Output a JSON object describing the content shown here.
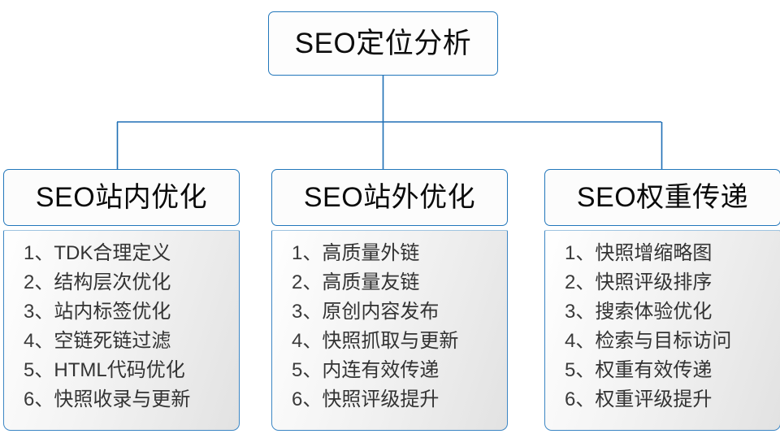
{
  "diagram": {
    "root": {
      "title": "SEO定位分析"
    },
    "connector_color": "#1f6fb5",
    "box_border_color": "#2277bb",
    "columns": [
      {
        "header": "SEO站内优化",
        "items": [
          {
            "index": "1、",
            "text": "TDK合理定义"
          },
          {
            "index": "2、",
            "text": "结构层次优化"
          },
          {
            "index": "3、",
            "text": "站内标签优化"
          },
          {
            "index": "4、",
            "text": "空链死链过滤"
          },
          {
            "index": "5、",
            "text": "HTML代码优化"
          },
          {
            "index": "6、",
            "text": "快照收录与更新"
          }
        ]
      },
      {
        "header": "SEO站外优化",
        "items": [
          {
            "index": "1、",
            "text": "高质量外链"
          },
          {
            "index": "2、",
            "text": "高质量友链"
          },
          {
            "index": "3、",
            "text": "原创内容发布"
          },
          {
            "index": "4、",
            "text": "快照抓取与更新"
          },
          {
            "index": "5、",
            "text": "内连有效传递"
          },
          {
            "index": "6、",
            "text": "快照评级提升"
          }
        ]
      },
      {
        "header": "SEO权重传递",
        "items": [
          {
            "index": "1、",
            "text": "快照增缩略图"
          },
          {
            "index": "2、",
            "text": "快照评级排序"
          },
          {
            "index": "3、",
            "text": "搜索体验优化"
          },
          {
            "index": "4、",
            "text": "检索与目标访问"
          },
          {
            "index": "5、",
            "text": "权重有效传递"
          },
          {
            "index": "6、",
            "text": "权重评级提升"
          }
        ]
      }
    ]
  }
}
